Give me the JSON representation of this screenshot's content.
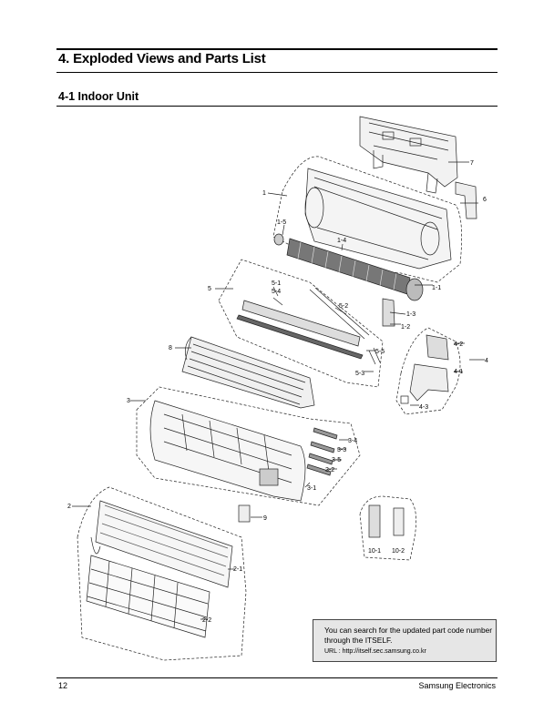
{
  "section_title": "4. Exploded Views and Parts List",
  "subsection_title": "4-1 Indoor Unit",
  "labels": {
    "l7": "7",
    "l6": "6",
    "l1": "1",
    "l1_5": "1-5",
    "l1_4": "1-4",
    "l1_1": "1-1",
    "l1_3": "1-3",
    "l1_2": "1-2",
    "l5": "5",
    "l5_1": "5-1",
    "l5_4": "5-4",
    "l5_2": "5-2",
    "l5_5": "5-5",
    "l5_3": "5-3",
    "l8": "8",
    "l4": "4",
    "l4_2": "4-2",
    "l4_1": "4-1",
    "l4_3": "4-3",
    "l3": "3",
    "l3_4": "3-4",
    "l3_3": "3-3",
    "l3_5": "3-5",
    "l3_2": "3-2",
    "l3_1": "3-1",
    "l2": "2",
    "l9": "9",
    "l2_1": "2-1",
    "l2_2": "2-2",
    "l10_1": "10-1",
    "l10_2": "10-2"
  },
  "note": {
    "text": "You can search for the updated part code number through the ITSELF.",
    "url": "URL : http://itself.sec.samsung.co.kr"
  },
  "footer": {
    "page_number": "12",
    "company": "Samsung Electronics"
  }
}
